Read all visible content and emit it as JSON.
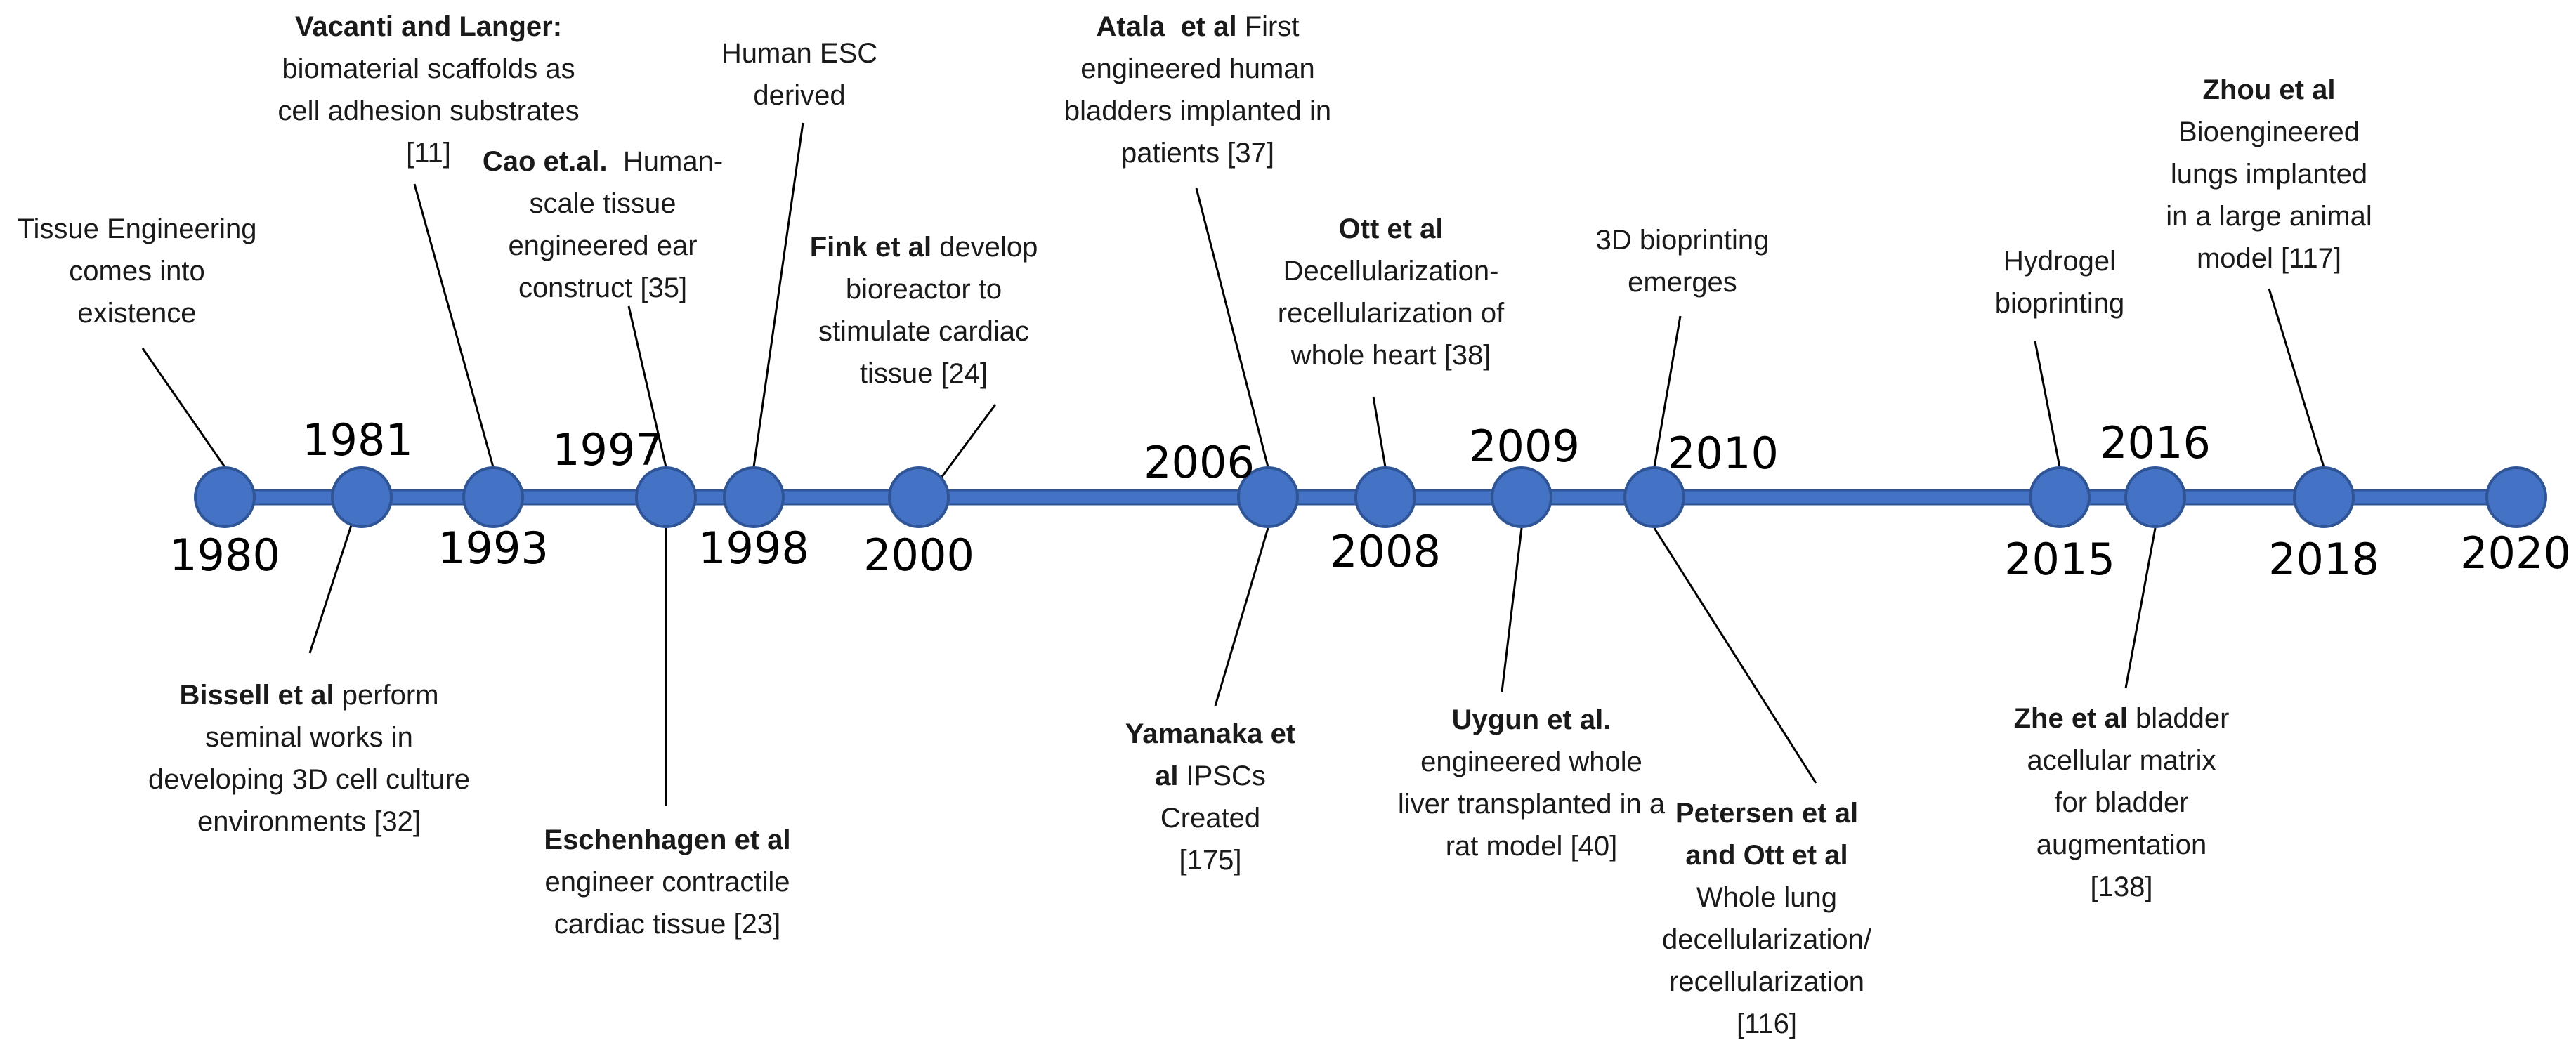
{
  "colors": {
    "axis": "#4472c4",
    "node_fill": "#4472c4",
    "node_stroke": "#2f5597",
    "connector": "#000000",
    "text": "#1a1a1a"
  },
  "timeline": {
    "nodes": [
      {
        "year": "1980"
      },
      {
        "year": "1981"
      },
      {
        "year": "1993"
      },
      {
        "year": "1997"
      },
      {
        "year": "1998"
      },
      {
        "year": "2000"
      },
      {
        "year": "2006"
      },
      {
        "year": "2008"
      },
      {
        "year": "2009"
      },
      {
        "year": "2010"
      },
      {
        "year": "2015"
      },
      {
        "year": "2016"
      },
      {
        "year": "2018"
      },
      {
        "year": "2020"
      }
    ],
    "events": [
      {
        "node": 0,
        "lines": [
          [
            {
              "t": "Tissue Engineering"
            }
          ],
          [
            {
              "t": "comes into"
            }
          ],
          [
            {
              "t": "existence"
            }
          ]
        ]
      },
      {
        "node": 1,
        "lines": [
          [
            {
              "t": "Bissell et al",
              "b": true
            },
            {
              "t": " perform"
            }
          ],
          [
            {
              "t": "seminal works in"
            }
          ],
          [
            {
              "t": "developing 3D cell culture"
            }
          ],
          [
            {
              "t": "environments [32]"
            }
          ]
        ]
      },
      {
        "node": 2,
        "lines": [
          [
            {
              "t": "Vacanti and Langer:",
              "b": true
            }
          ],
          [
            {
              "t": "biomaterial scaffolds as"
            }
          ],
          [
            {
              "t": "cell adhesion substrates"
            }
          ],
          [
            {
              "t": "[11]"
            }
          ]
        ]
      },
      {
        "node": 3,
        "lines": [
          [
            {
              "t": "Cao et.al.",
              "b": true
            },
            {
              "t": "  Human-"
            }
          ],
          [
            {
              "t": "scale tissue"
            }
          ],
          [
            {
              "t": "engineered ear"
            }
          ],
          [
            {
              "t": "construct [35]"
            }
          ]
        ]
      },
      {
        "node": 3,
        "lines": [
          [
            {
              "t": "Eschenhagen et al",
              "b": true
            }
          ],
          [
            {
              "t": "engineer contractile"
            }
          ],
          [
            {
              "t": "cardiac tissue [23]"
            }
          ]
        ]
      },
      {
        "node": 4,
        "lines": [
          [
            {
              "t": "Human ESC"
            }
          ],
          [
            {
              "t": "derived"
            }
          ]
        ]
      },
      {
        "node": 5,
        "lines": [
          [
            {
              "t": "Fink et al",
              "b": true
            },
            {
              "t": " develop"
            }
          ],
          [
            {
              "t": "bioreactor to"
            }
          ],
          [
            {
              "t": "stimulate cardiac"
            }
          ],
          [
            {
              "t": "tissue [24]"
            }
          ]
        ]
      },
      {
        "node": 6,
        "lines": [
          [
            {
              "t": "Atala  et al",
              "b": true
            },
            {
              "t": " First"
            }
          ],
          [
            {
              "t": "engineered human"
            }
          ],
          [
            {
              "t": "bladders implanted in"
            }
          ],
          [
            {
              "t": "patients [37]"
            }
          ]
        ]
      },
      {
        "node": 6,
        "lines": [
          [
            {
              "t": "Yamanaka et",
              "b": true
            }
          ],
          [
            {
              "t": "al",
              "b": true
            },
            {
              "t": " IPSCs"
            }
          ],
          [
            {
              "t": "Created"
            }
          ],
          [
            {
              "t": "[175]"
            }
          ]
        ]
      },
      {
        "node": 7,
        "lines": [
          [
            {
              "t": "Ott et al",
              "b": true
            }
          ],
          [
            {
              "t": "Decellularization-"
            }
          ],
          [
            {
              "t": "recellularization of"
            }
          ],
          [
            {
              "t": "whole heart [38]"
            }
          ]
        ]
      },
      {
        "node": 8,
        "lines": [
          [
            {
              "t": "Uygun et al.",
              "b": true
            }
          ],
          [
            {
              "t": "engineered whole"
            }
          ],
          [
            {
              "t": "liver transplanted in a"
            }
          ],
          [
            {
              "t": "rat model [40]"
            }
          ]
        ]
      },
      {
        "node": 9,
        "lines": [
          [
            {
              "t": "3D bioprinting"
            }
          ],
          [
            {
              "t": "emerges"
            }
          ]
        ]
      },
      {
        "node": 9,
        "lines": [
          [
            {
              "t": "Petersen et al",
              "b": true
            }
          ],
          [
            {
              "t": "and Ott et al",
              "b": true
            }
          ],
          [
            {
              "t": "Whole lung"
            }
          ],
          [
            {
              "t": "decellularization/"
            }
          ],
          [
            {
              "t": "recellularization"
            }
          ],
          [
            {
              "t": "[116]"
            }
          ]
        ]
      },
      {
        "node": 10,
        "lines": [
          [
            {
              "t": "Hydrogel"
            }
          ],
          [
            {
              "t": "bioprinting"
            }
          ]
        ]
      },
      {
        "node": 11,
        "lines": [
          [
            {
              "t": "Zhe et al",
              "b": true
            },
            {
              "t": " bladder"
            }
          ],
          [
            {
              "t": "acellular matrix"
            }
          ],
          [
            {
              "t": "for bladder"
            }
          ],
          [
            {
              "t": "augmentation"
            }
          ],
          [
            {
              "t": "[138]"
            }
          ]
        ]
      },
      {
        "node": 12,
        "lines": [
          [
            {
              "t": "Zhou et al",
              "b": true
            }
          ],
          [
            {
              "t": "Bioengineered"
            }
          ],
          [
            {
              "t": "lungs implanted"
            }
          ],
          [
            {
              "t": "in a large animal"
            }
          ],
          [
            {
              "t": "model [117]"
            }
          ]
        ]
      }
    ]
  }
}
